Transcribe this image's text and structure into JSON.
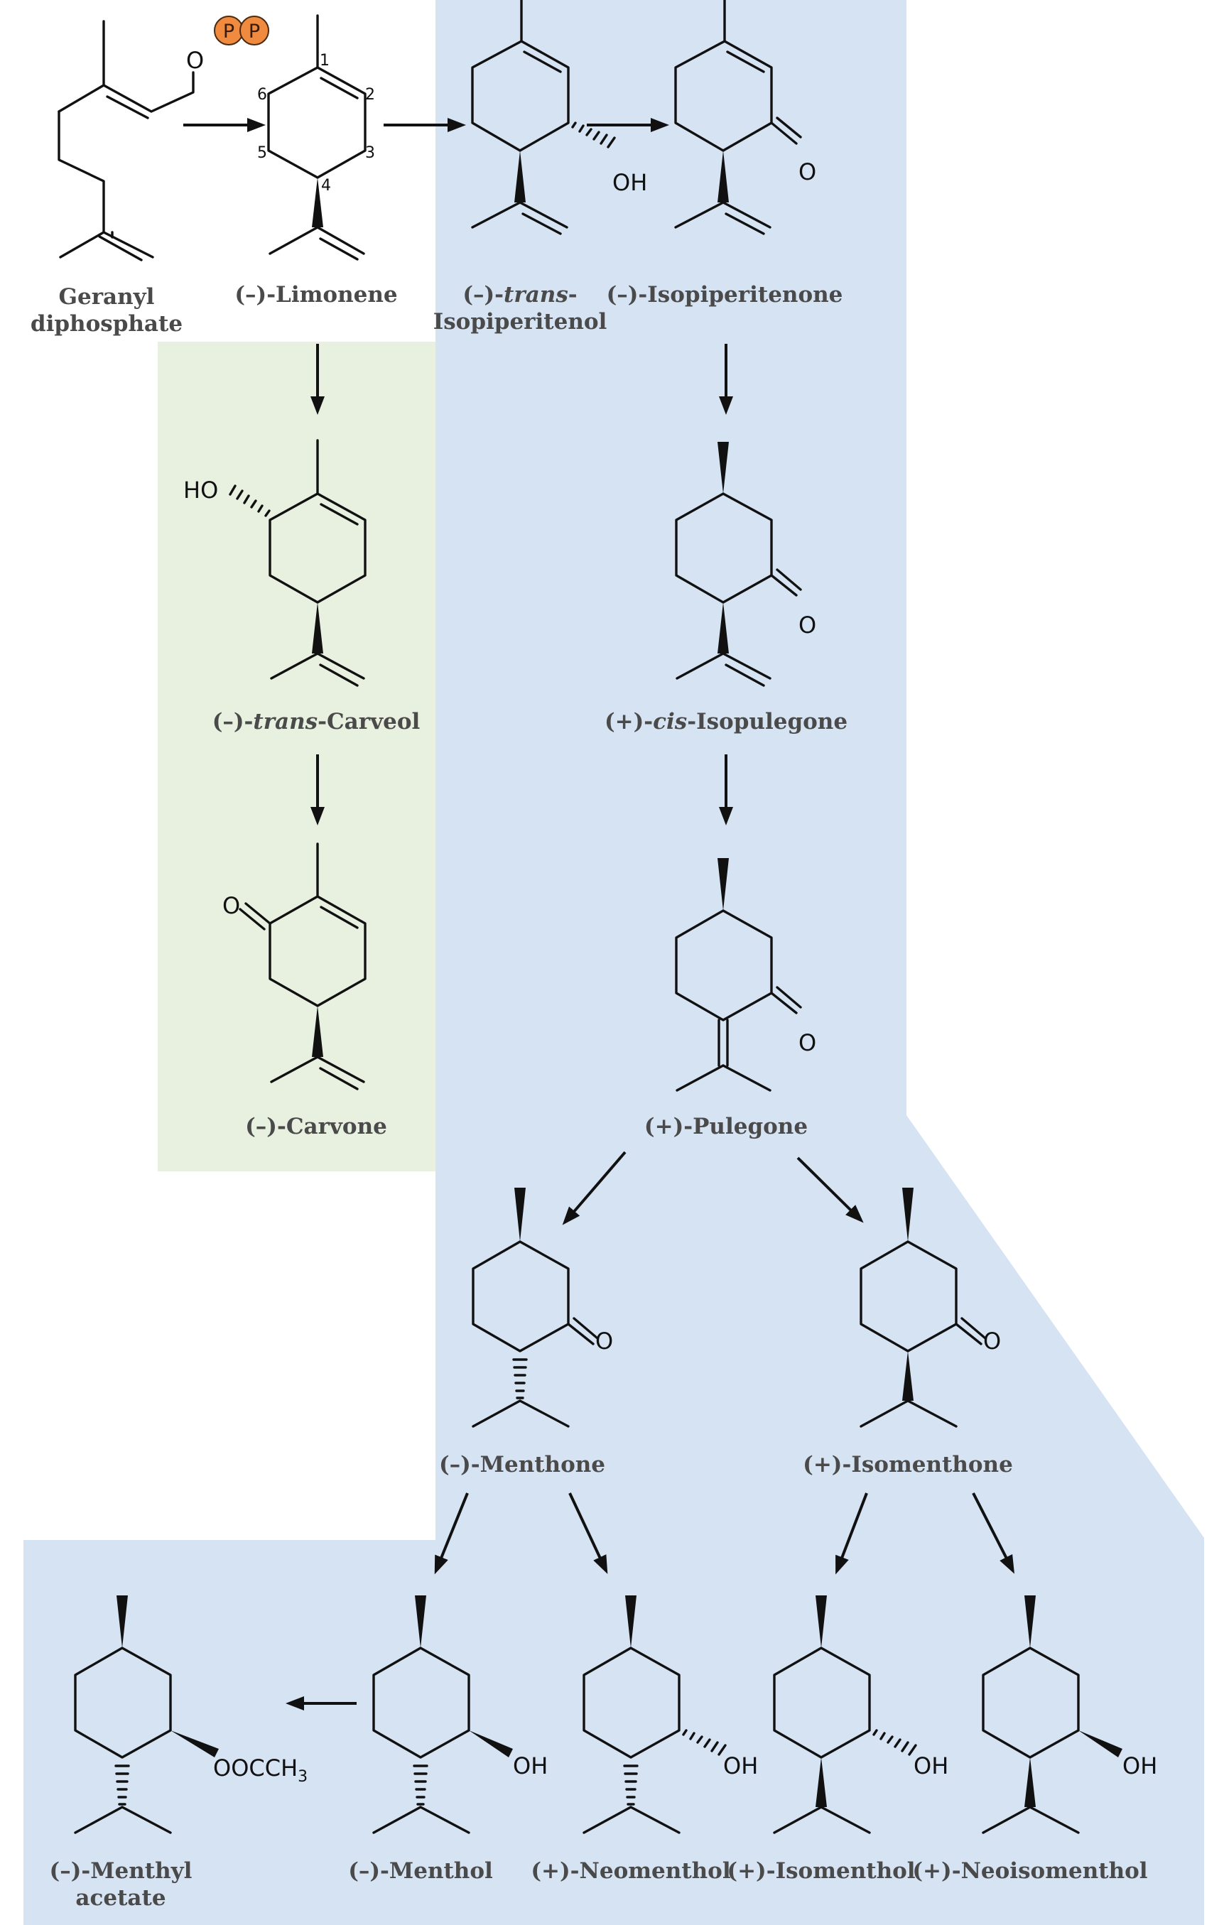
{
  "colors": {
    "blue_region": "#d6e3f3",
    "green_region": "#e8f1df",
    "phosphate": "#ef8a3f",
    "label": "#4a4a4a",
    "bond": "#111111"
  },
  "phosphate_symbol": "P",
  "compounds": {
    "geranyl": [
      "Geranyl",
      "diphosphate"
    ],
    "limonene": "(–)-Limonene",
    "isopiperitenol": {
      "prefix": "(–)-",
      "italic": "trans",
      "suffix": "-",
      "line2": "Isopiperitenol"
    },
    "isopiperitenone": "(–)-Isopiperitenone",
    "carveol": {
      "prefix": "(–)-",
      "italic": "trans",
      "suffix": "-Carveol"
    },
    "isopulegone": {
      "prefix": "(+)-",
      "italic": "cis",
      "suffix": "-Isopulegone"
    },
    "carvone": "(–)-Carvone",
    "pulegone": "(+)-Pulegone",
    "menthone": "(–)-Menthone",
    "isomenthone": "(+)-Isomenthone",
    "menthyl_acetate": [
      "(–)-Menthyl",
      "acetate"
    ],
    "menthol": "(–)-Menthol",
    "neomenthol": "(+)-Neomenthol",
    "isomenthol": "(+)-Isomenthol",
    "neoisomenthol": "(+)-Neoisomenthol"
  },
  "atoms": {
    "oxygen": "O",
    "hydroxyl": "OH",
    "hydroxyl_left": "HO",
    "acetoxy": "OOCCH",
    "acetoxy_subscript": "3"
  },
  "limonene_locants": [
    "1",
    "2",
    "3",
    "4",
    "5",
    "6"
  ]
}
